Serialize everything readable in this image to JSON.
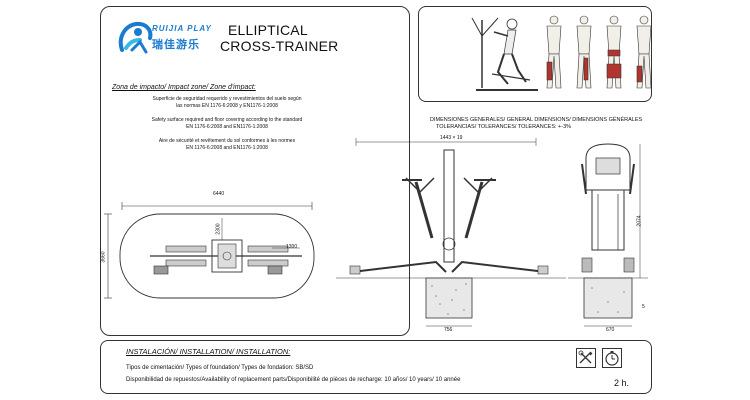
{
  "logo": {
    "brand_en": "RUIJIA PLAY",
    "brand_cn": "瑞佳游乐",
    "mark_color": "#1a7bd0"
  },
  "product": {
    "title_line1": "ELLIPTICAL",
    "title_line2": "CROSS-TRAINER"
  },
  "impact_zone": {
    "heading": "Zona de impacto/ Impact zone/ Zone d'impact:",
    "es_line1": "Superficie de seguridad requerido y revestimientos del suelo según",
    "es_line2": "las normas EN 1176-6:2008 y EN1176-1:2008",
    "en_line1": "Safety surface required and floor covering according to the standard",
    "en_line2": "EN 1176-6:2008 and EN1176-1:2008",
    "fr_line1": "Aire de sécurité et revêtement du sol conformes à les normes",
    "fr_line2": "EN 1176-6:2008 and EN1176-1:2008"
  },
  "dimensions_header": {
    "line1": "DIMENSIONES GENERALES/ GENERAL DIMENSIONS/ DIMENSIONS GÉNÉRALES",
    "line2": "TOLERANCIAS/ TOLERANCES/ TOLERANCES: +-3%"
  },
  "plan_view": {
    "width": "6440",
    "height": "3660",
    "inner_a": "2300",
    "inner_b": "1300"
  },
  "front_view": {
    "top_dim": "1443 × 19",
    "base_dim": "756"
  },
  "side_view": {
    "height_dim": "2074",
    "base_dim": "670",
    "side_dim": "5"
  },
  "installation": {
    "heading": "INSTALACIÓN/ INSTALLATION/ INSTALLATION:",
    "foundation": "Tipos de cimentación/ Types of foundation/ Types de fondation: SB/SD",
    "spare_parts": "Disponibilidad de repuestos/Availability of replacement parts/Disponibilité de pièces de recharge: 10 años/ 10 years/ 10 année",
    "time": "2 h."
  }
}
